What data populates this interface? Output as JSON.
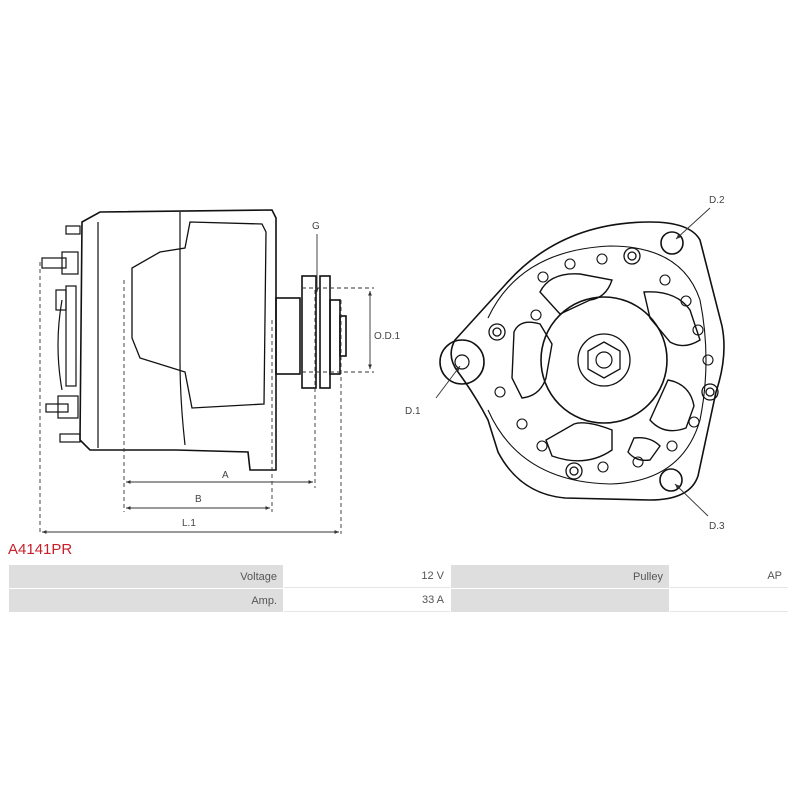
{
  "part_number": "A4141PR",
  "dimension_labels": {
    "g": "G",
    "od1": "O.D.1",
    "a": "A",
    "b": "B",
    "l1": "L.1",
    "d1": "D.1",
    "d2": "D.2",
    "d3": "D.3"
  },
  "specs": {
    "row1": {
      "label1": "Voltage",
      "value1": "12 V",
      "label2": "Pulley",
      "value2": "AP"
    },
    "row2": {
      "label1": "Amp.",
      "value1": "33 A",
      "label2": "",
      "value2": ""
    }
  },
  "colors": {
    "part_number": "#c8202a",
    "line": "#111111",
    "header_cell": "#dedede"
  }
}
